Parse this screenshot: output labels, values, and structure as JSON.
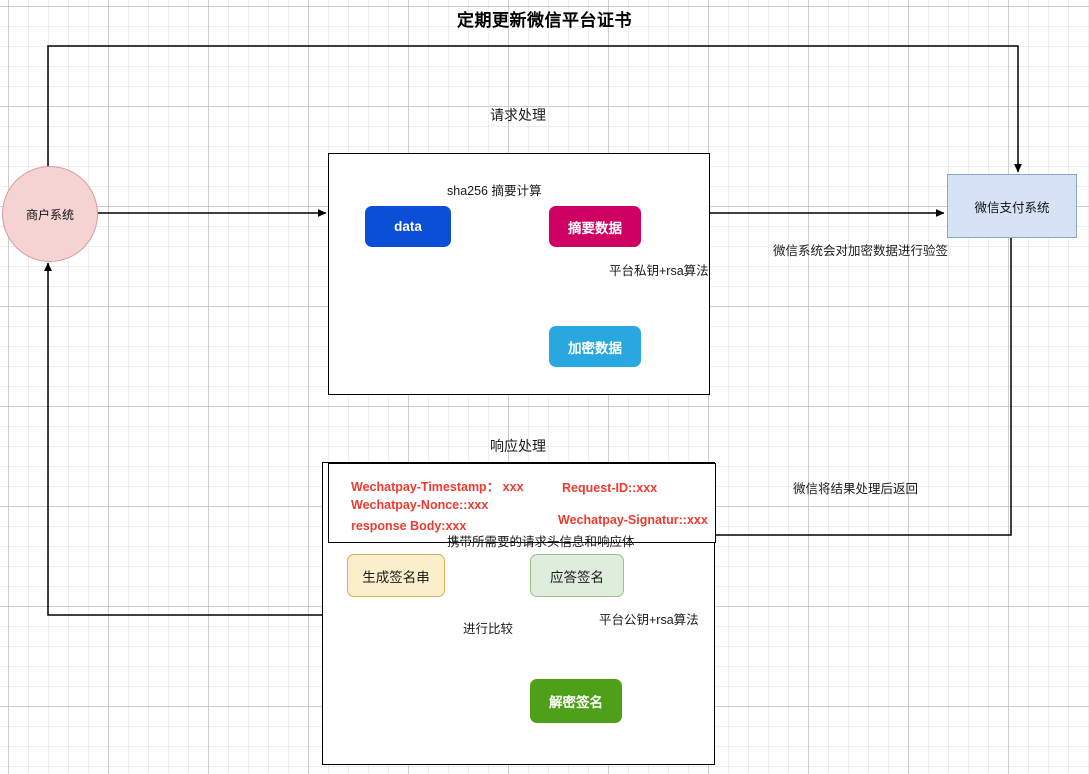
{
  "diagram": {
    "title": "定期更新微信平台证书",
    "sections": {
      "request": "请求处理",
      "response": "响应处理"
    },
    "nodes": {
      "merchant": "商户系统",
      "wechat_pay": "微信支付系统"
    },
    "request_flow": {
      "hash_label": "sha256 摘要计算",
      "data": "data",
      "digest": "摘要数据",
      "encrypted": "加密数据",
      "private_key_algo": "平台私钥+rsa算法"
    },
    "response_flow": {
      "sign_string": "生成签名串",
      "response_sign": "应答签名",
      "decrypt_sign": "解密签名",
      "public_key_algo": "平台公钥+rsa算法",
      "compare": "进行比较"
    },
    "response_headers": {
      "left": [
        "Wechatpay-Timestamp： xxx",
        "Wechatpay-Nonce::xxx",
        " response Body:xxx"
      ],
      "right": [
        "Request-ID::xxx",
        "Wechatpay-Signatur::xxx"
      ],
      "caption": "携带所需要的请求头信息和响应体"
    },
    "edge_labels": {
      "verify": "微信系统会对加密数据进行验签",
      "return": "微信将结果处理后返回"
    },
    "colors": {
      "data": "#0a4fd6",
      "digest": "#ce0063",
      "encrypted": "#29a8e0",
      "sign_string": "#fbeeca",
      "response_sign": "#dfeddc",
      "decrypt_sign": "#4da017",
      "merchant": "#f6d3d3",
      "wechat_pay": "#d6e2f5",
      "header_text": "#ef3b2f"
    }
  }
}
